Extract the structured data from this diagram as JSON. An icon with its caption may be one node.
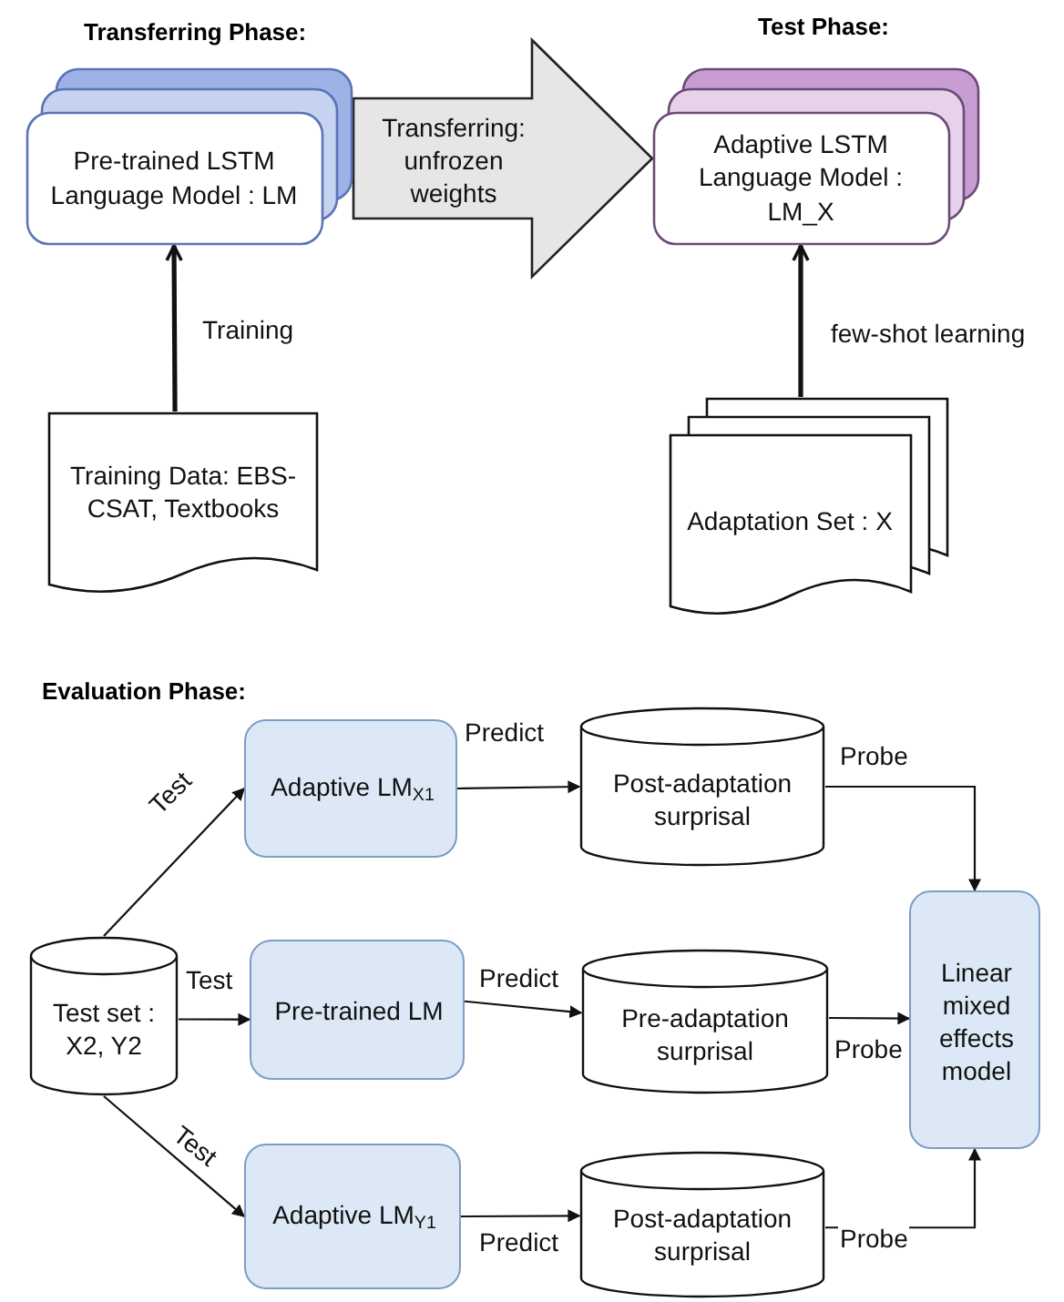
{
  "diagram": {
    "nodes": [
      {
        "text": [
          "Pre-trained LSTM Language Model : LM"
        ]
      },
      {
        "text": [
          "Adaptive LSTM Language Model : LM_X"
        ]
      },
      {
        "text": [
          "Training Data: EBS-CSAT, Textbooks"
        ]
      },
      {
        "text": [
          "Adaptation Set : X"
        ]
      },
      {
        "text": [
          "Test set : X2, Y2"
        ]
      },
      {
        "text": [
          "Adaptive LM$_{X1}$"
        ]
      },
      {
        "text": [
          "Post-adaptation surprisal"
        ]
      },
      {
        "text": [
          "Pre-trained LM"
        ]
      },
      {
        "text": [
          "Pre-adaptation surprisal"
        ]
      },
      {
        "text": [
          "Linear mixed effects model"
        ]
      },
      {
        "text": [
          "Adaptive LM$_{Y1}$"
        ]
      },
      {
        "text": [
          "Post-adaptation surprisal"
        ]
      }
    ],
    "edges": [
      {
        "from": 0,
        "to": 1,
        "arrow": "to",
        "label": "Transferring: unfrozen weights",
        "style": "thick"
      },
      {
        "from": 2,
        "to": 0,
        "arrow": "to",
        "label": "Training",
        "style": "thick"
      },
      {
        "from": 3,
        "to": 1,
        "arrow": "to",
        "label": "few-shot learning",
        "style": "thick"
      },
      {
        "from": 4,
        "to": 5,
        "arrow": "to",
        "label": "Test"
      },
      {
        "from": 4,
        "to": 7,
        "arrow": "to",
        "label": "Test"
      },
      {
        "from": 4,
        "to": 10,
        "arrow": "to",
        "label": "Test"
      },
      {
        "from": 5,
        "to": 6,
        "arrow": "to",
        "label": "Predict"
      },
      {
        "from": 7,
        "to": 8,
        "arrow": "to",
        "label": "Predict"
      },
      {
        "from": 10,
        "to": 11,
        "arrow": "to",
        "label": "Predict"
      },
      {
        "from": 6,
        "to": 9,
        "arrow": "to",
        "label": "Probe"
      },
      {
        "from": 8,
        "to": 9,
        "arrow": "to",
        "label": "Probe"
      },
      {
        "from": 11,
        "to": 9,
        "arrow": "to",
        "label": "Probe"
      }
    ],
    "labels": [
      "Transferring Phase:",
      "Test Phase:",
      "Evaluation Phase:"
    ]
  }
}
